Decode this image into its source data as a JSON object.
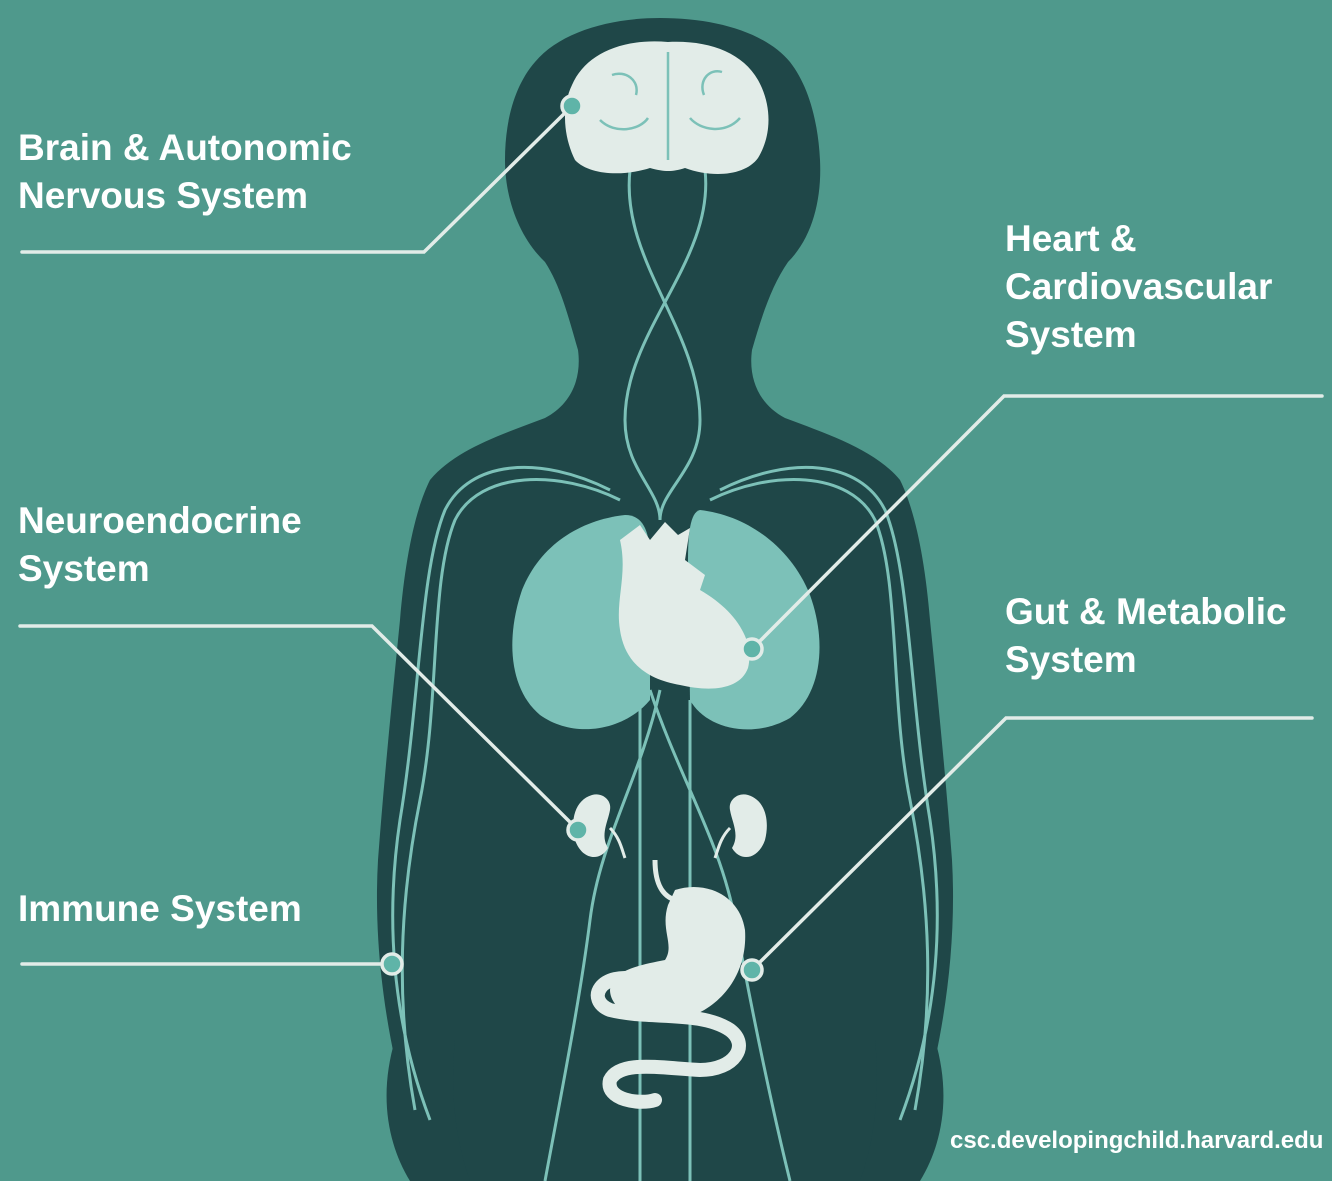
{
  "labels": {
    "brain": "Brain & Autonomic\nNervous System",
    "heart": "Heart &\nCardiovascular\nSystem",
    "neuroendocrine": "Neuroendocrine\nSystem",
    "gut": "Gut & Metabolic\nSystem",
    "immune": "Immune System"
  },
  "source": "csc.developingchild.harvard.edu",
  "colors": {
    "background": "#4f998c",
    "body_silhouette": "#1f4748",
    "organ_light": "#e2ece8",
    "lungs": "#7cc1b8",
    "nerves": "#7cc1b8",
    "leader_lines": "#e2ece8",
    "marker_dot": "#5fb4a8",
    "text": "#ffffff"
  }
}
